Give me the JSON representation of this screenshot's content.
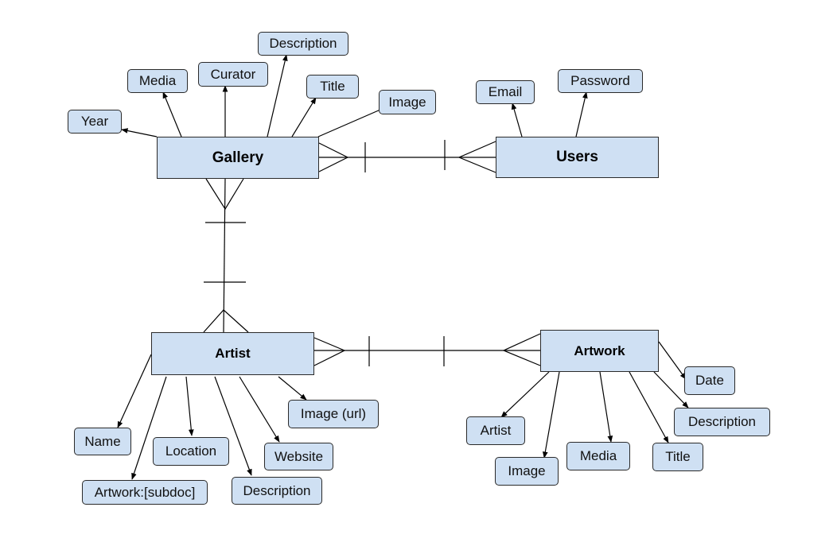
{
  "entities": {
    "gallery": {
      "label": "Gallery",
      "attributes": [
        "Year",
        "Media",
        "Curator",
        "Description",
        "Title",
        "Image"
      ]
    },
    "users": {
      "label": "Users",
      "attributes": [
        "Email",
        "Password"
      ]
    },
    "artist": {
      "label": "Artist",
      "attributes": [
        "Name",
        "Artwork:[subdoc]",
        "Location",
        "Description",
        "Website",
        "Image (url)"
      ]
    },
    "artwork": {
      "label": "Artwork",
      "attributes": [
        "Artist",
        "Image",
        "Media",
        "Title",
        "Description",
        "Date"
      ]
    }
  },
  "colors": {
    "fill": "#cfe0f3",
    "stroke": "#2a2a2a",
    "line": "#000000"
  }
}
